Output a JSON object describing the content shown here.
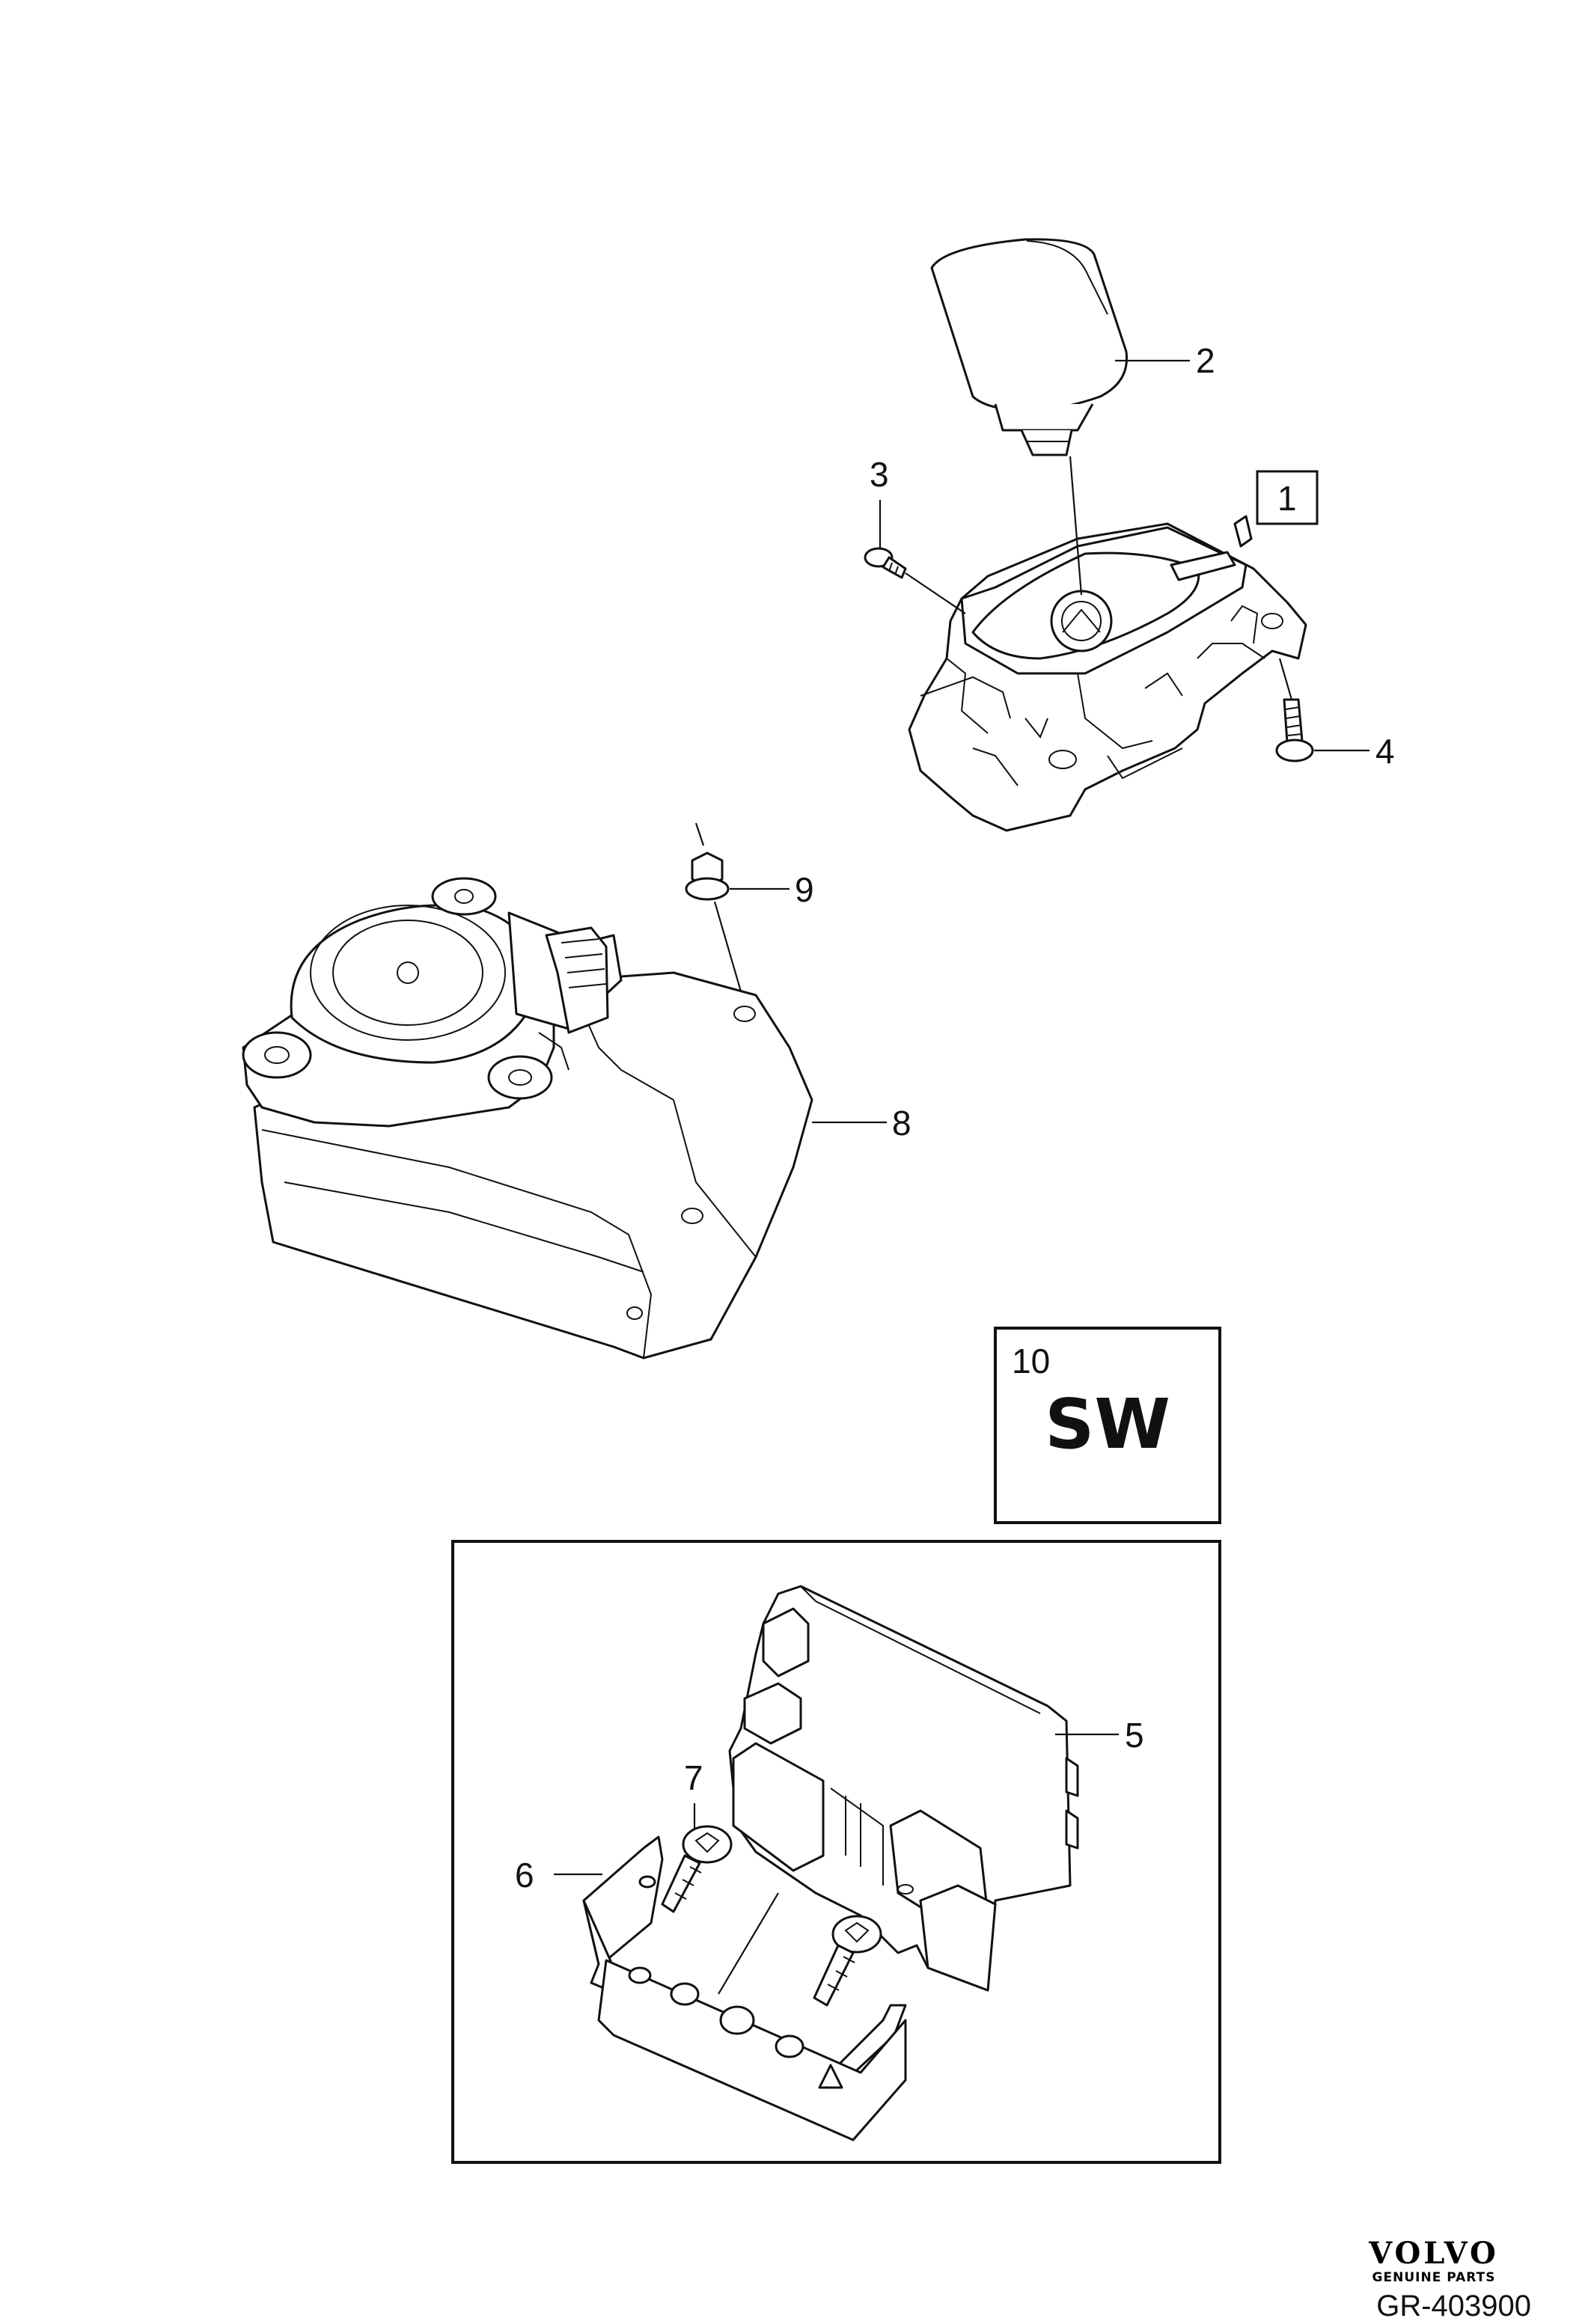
{
  "callouts": {
    "c1": "1",
    "c2": "2",
    "c3": "3",
    "c4": "4",
    "c5": "5",
    "c6": "6",
    "c7": "7",
    "c8": "8",
    "c9": "9",
    "c10": "10"
  },
  "sw_box": {
    "number": "10",
    "code": "SW"
  },
  "brand": {
    "name": "VOLVO",
    "subtitle": "GENUINE PARTS"
  },
  "diagram_id": "GR-403900",
  "icons": {
    "shift-knob": "part 2",
    "gear-selector": "part 1",
    "screw": "parts 3, 4, 7",
    "nut": "part 9",
    "actuator": "part 8",
    "control-module": "part 5",
    "bracket": "part 6"
  }
}
